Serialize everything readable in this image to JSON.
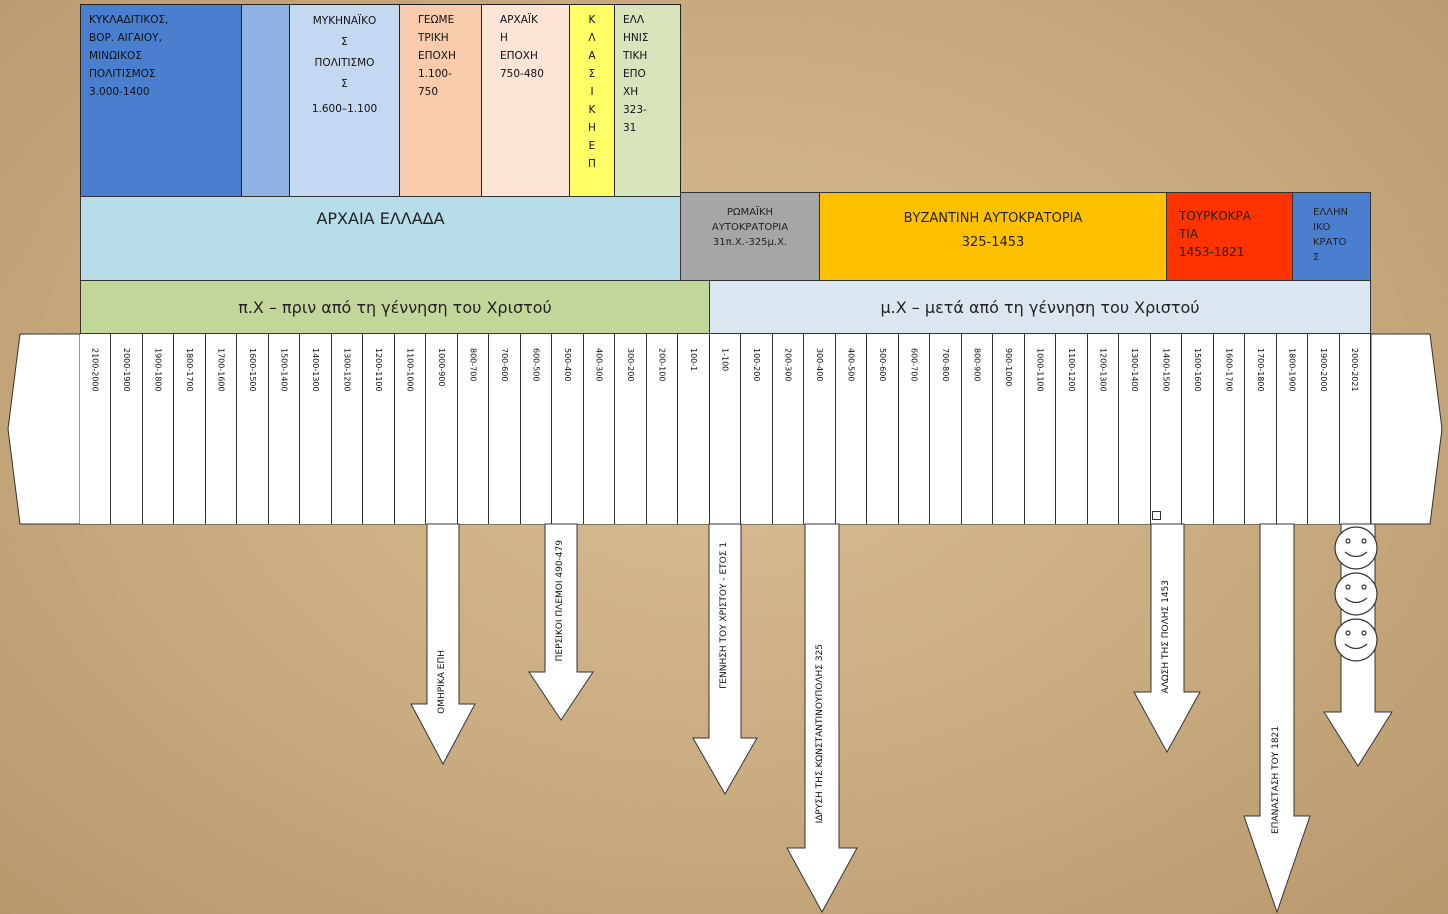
{
  "periods": {
    "cycladic": [
      "ΚΥΚΛΑΔΙΤΙΚΟΣ,",
      "ΒΟΡ. ΑΙΓΑΙΟΥ,",
      "ΜΙΝΩΙΚΟΣ",
      "ΠΟΛΙΤΙΣΜΟΣ",
      "3.000-1400"
    ],
    "mycenaean": [
      "ΜΥΚΗΝΑΪΚΟ",
      "Σ",
      "ΠΟΛΙΤΙΣΜΟ",
      "Σ",
      "1.600–1.100"
    ],
    "geometric": [
      "ΓΕΩΜΕ",
      "ΤΡΙΚΗ",
      "ΕΠΟΧΗ",
      "1.100-",
      "750"
    ],
    "archaic": [
      "ΑΡΧΑΪΚ",
      "Η",
      "ΕΠΟΧΗ",
      "750-480"
    ],
    "classical": [
      "Κ",
      "Λ",
      "Α",
      "Σ",
      "Ι",
      "Κ",
      "Η",
      "Ε",
      "Π"
    ],
    "hellenistic": [
      "ΕΛΛ",
      "ΗΝΙΣ",
      "ΤΙΚΗ",
      "ΕΠΟ",
      "ΧΗ",
      "323-",
      "31"
    ]
  },
  "eras": {
    "ancient": "ΑΡΧΑΙΑ ΕΛΛΑΔΑ",
    "roman": [
      "ΡΩΜΑΪΚΗ",
      "ΑΥΤΟΚΡΑΤΟΡΙΑ",
      "31π.Χ.-325μ.Χ."
    ],
    "byzantine": [
      "ΒΥΖΑΝΤΙΝΗ ΑΥΤΟΚΡΑΤΟΡΙΑ",
      "325-1453"
    ],
    "ottoman": [
      "ΤΟΥΡΚΟΚΡΑ",
      "ΤΙΑ",
      "1453-1821"
    ],
    "greek_state": [
      "ΕΛΛΗΝ",
      "ΙΚΟ",
      "ΚΡΑΤΟ",
      "Σ"
    ]
  },
  "halves": {
    "bc": "π.Χ – πριν από τη γέννηση του Χριστού",
    "ad": "μ.Χ – μετά από τη γέννηση του Χριστού"
  },
  "centuries": [
    "2100-2000",
    "2000-1900",
    "1900-1800",
    "1800-1700",
    "1700-1600",
    "1600-1500",
    "1500-1400",
    "1400-1300",
    "1300-1200",
    "1200-1100",
    "1100-1000",
    "1000-900",
    "800-700",
    "700-600",
    "600-500",
    "500-400",
    "400-300",
    "300-200",
    "200-100",
    "100-1",
    "1-100",
    "100-200",
    "200-300",
    "300-400",
    "400-500",
    "500-600",
    "600-700",
    "700-800",
    "800-900",
    "900-1000",
    "1000-1100",
    "1100-1200",
    "1200-1300",
    "1300-1400",
    "1400-1500",
    "1500-1600",
    "1600-1700",
    "1700-1800",
    "1800-1900",
    "1900-2000",
    "2000-2021"
  ],
  "events": {
    "homeric": "ΟΜΗΡΙΚΑ ΕΠΗ",
    "persian": "ΠΕΡΣΙΚΟΙ ΠΛΕΜΟΙ 490-479",
    "birth": "ΓΕΝΝΗΣΗ ΤΟΥ ΧΡΙΣΤΟΥ - ΕΤΟΣ 1",
    "constantinople": "ΙΔΡΥΣΗ ΤΗΣ ΚΩΝΣΤΑΝΤΙΝΟΥΠΟΛΗΣ 325",
    "fall": "ΑΛΩΣΗ ΤΗΣ ΠΟΛΗΣ 1453",
    "revolution": "ΕΠΑΝΑΣΤΑΣΗ ΤΟΥ 1821"
  },
  "colors": {
    "cycladic": "#4a7fd0",
    "cycladic_strip": "#8fb4e3",
    "mycenaean": "#c5d8f1",
    "geometric": "#f8cbad",
    "archaic": "#fce4d6",
    "classical": "#ffff66",
    "hellenistic": "#d8e4bc",
    "ancient": "#b7dee8",
    "roman": "#a6a6a6",
    "byzantine": "#ffc000",
    "ottoman": "#ff3300",
    "greek_state": "#4a7fd0",
    "bc": "#c4d79b",
    "ad": "#dce6f1"
  }
}
